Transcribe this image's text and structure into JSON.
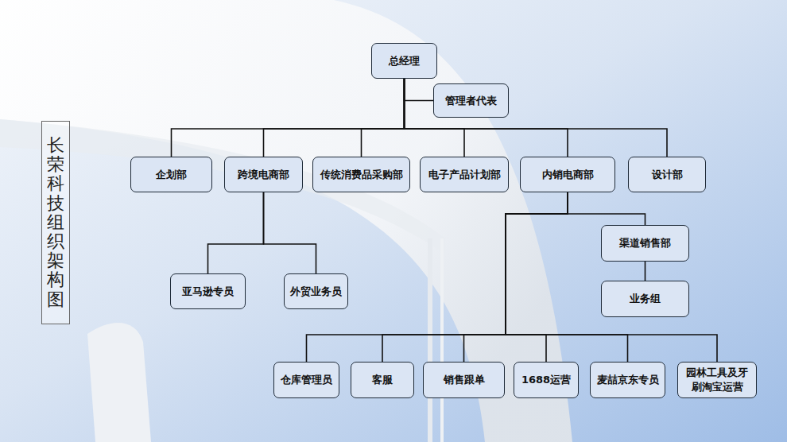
{
  "diagram": {
    "title": "长荣科技组织架构图",
    "nodes": [
      {
        "text": [
          "总经理"
        ]
      },
      {
        "text": [
          "管理者代表"
        ]
      },
      {
        "text": [
          "企划部"
        ]
      },
      {
        "text": [
          "跨境电商部"
        ]
      },
      {
        "text": [
          "传统消费品采购部"
        ]
      },
      {
        "text": [
          "电子产品计划部"
        ]
      },
      {
        "text": [
          "内销电商部"
        ]
      },
      {
        "text": [
          "设计部"
        ]
      },
      {
        "text": [
          "渠道销售部"
        ]
      },
      {
        "text": [
          "亚马逊专员"
        ]
      },
      {
        "text": [
          "外贸业务员"
        ]
      },
      {
        "text": [
          "业务组"
        ]
      },
      {
        "text": [
          "仓库管理员"
        ]
      },
      {
        "text": [
          "客服"
        ]
      },
      {
        "text": [
          "销售跟单"
        ]
      },
      {
        "text": [
          "1688运营"
        ]
      },
      {
        "text": [
          "麦喆京东专员"
        ]
      },
      {
        "text": [
          "园林工具及牙 刷淘宝运营"
        ]
      }
    ],
    "edges": [
      {
        "from": 0,
        "to": 1,
        "arrow": "none"
      },
      {
        "from": 0,
        "to": 2,
        "arrow": "none"
      },
      {
        "from": 0,
        "to": 3,
        "arrow": "none"
      },
      {
        "from": 0,
        "to": 4,
        "arrow": "none"
      },
      {
        "from": 0,
        "to": 5,
        "arrow": "none"
      },
      {
        "from": 0,
        "to": 6,
        "arrow": "none"
      },
      {
        "from": 0,
        "to": 7,
        "arrow": "none"
      },
      {
        "from": 3,
        "to": 9,
        "arrow": "none"
      },
      {
        "from": 3,
        "to": 10,
        "arrow": "none"
      },
      {
        "from": 6,
        "to": 8,
        "arrow": "none"
      },
      {
        "from": 8,
        "to": 11,
        "arrow": "none"
      },
      {
        "from": 6,
        "to": 12,
        "arrow": "none"
      },
      {
        "from": 6,
        "to": 13,
        "arrow": "none"
      },
      {
        "from": 6,
        "to": 14,
        "arrow": "none"
      },
      {
        "from": 6,
        "to": 15,
        "arrow": "none"
      },
      {
        "from": 6,
        "to": 16,
        "arrow": "none"
      },
      {
        "from": 6,
        "to": 17,
        "arrow": "none"
      }
    ]
  }
}
